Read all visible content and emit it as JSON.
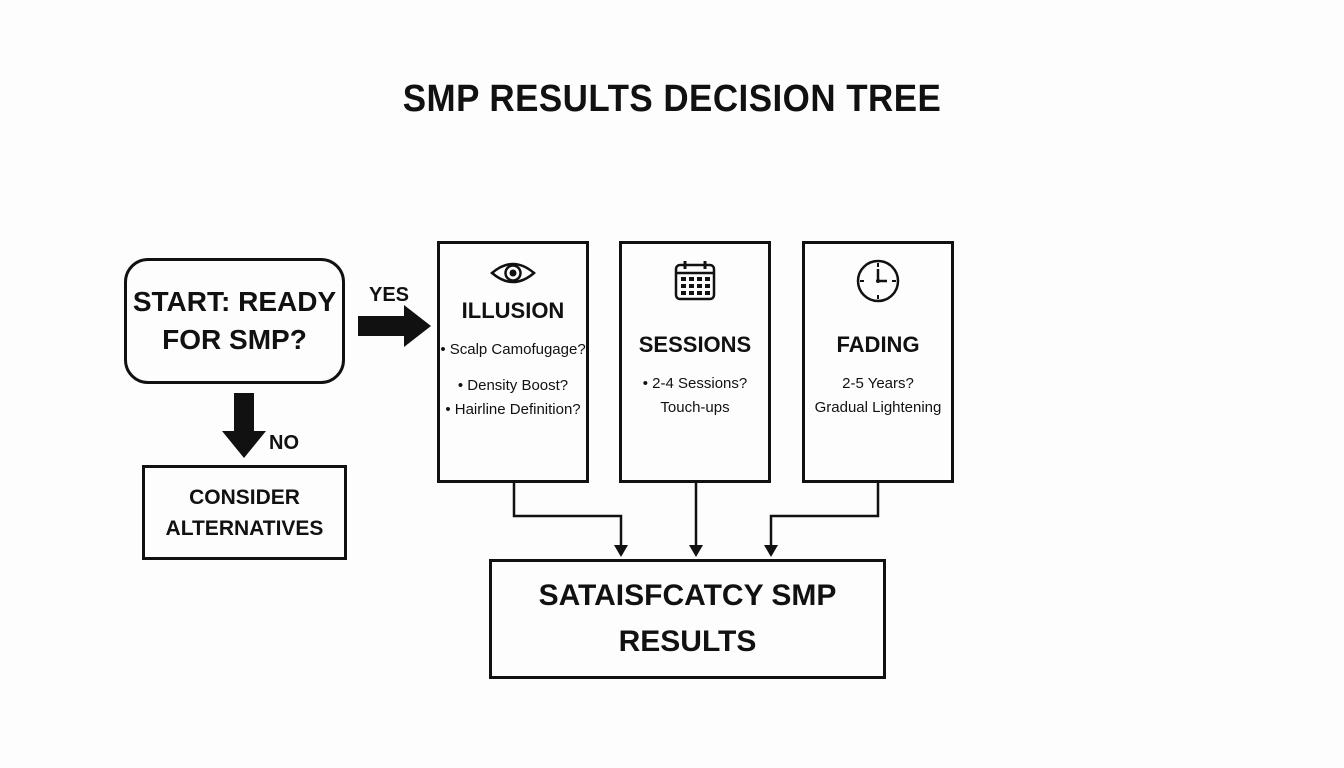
{
  "title": "SMP RESULTS DECISION TREE",
  "start": {
    "line1": "START: READY",
    "line2": "FOR SMP?"
  },
  "yes_label": "YES",
  "no_label": "NO",
  "consider": {
    "line1": "CONSIDER",
    "line2": "ALTERNATIVES"
  },
  "columns": [
    {
      "icon": "eye-icon",
      "heading": "ILLUSION",
      "lines": [
        "• Scalp Camofugage?",
        "• Density Boost?",
        "• Hairline Definition?"
      ]
    },
    {
      "icon": "calendar-icon",
      "heading": "SESSIONS",
      "lines": [
        "• 2-4 Sessions?",
        "Touch-ups"
      ]
    },
    {
      "icon": "clock-icon",
      "heading": "FADING",
      "lines": [
        "2-5 Years?",
        "Gradual Lightening"
      ]
    }
  ],
  "result": {
    "line1": "SATAISFCATCY SMP",
    "line2": "RESULTS"
  }
}
